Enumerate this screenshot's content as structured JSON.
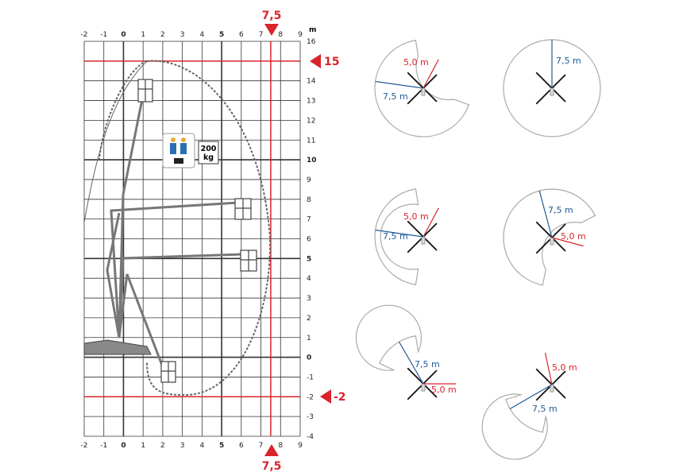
{
  "chart_data": {
    "type": "working-range-diagram",
    "unit_label": "m",
    "x_ticks": [
      "-2",
      "-1",
      "0",
      "1",
      "2",
      "3",
      "4",
      "5",
      "6",
      "7",
      "8",
      "9"
    ],
    "y_ticks": [
      "16",
      "15",
      "14",
      "13",
      "12",
      "11",
      "10",
      "9",
      "8",
      "7",
      "6",
      "5",
      "4",
      "3",
      "2",
      "1",
      "0",
      "-1",
      "-2",
      "-3",
      "-4"
    ],
    "bold_x_ticks": [
      "0",
      "5"
    ],
    "bold_y_ticks": [
      "10",
      "5",
      "0"
    ],
    "xlim": [
      -2,
      9
    ],
    "ylim": [
      -4,
      16
    ],
    "max_height": 15,
    "max_depth": -2,
    "max_outreach": 7.5,
    "markers": {
      "top_outreach_label": "7,5",
      "bottom_outreach_label": "7,5",
      "height_label": "15",
      "depth_label": "-2"
    },
    "load_badge": {
      "line1": "200",
      "line2": "kg"
    },
    "colors": {
      "red": "#d9242b",
      "blue": "#1f5c99",
      "grid": "#333333",
      "outline": "#aaaaaa"
    }
  },
  "outrigger_diagrams": [
    {
      "red_label": "5,0 m",
      "blue_label": "7,5 m"
    },
    {
      "blue_label": "7,5 m"
    },
    {
      "red_label": "5,0 m",
      "blue_label": "7,5 m"
    },
    {
      "red_label": "5,0 m",
      "blue_label": "7,5 m"
    },
    {
      "red_label": "5,0 m",
      "blue_label": "7,5 m"
    },
    {
      "red_label": "5,0 m",
      "blue_label": "7,5 m"
    }
  ]
}
